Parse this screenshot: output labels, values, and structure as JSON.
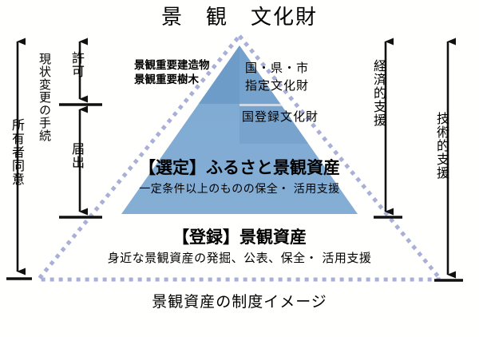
{
  "diagram": {
    "title": "景　観　文化財",
    "caption": "景観資産の制度イメージ",
    "colors": {
      "pyramid_upper": "#6C9BC8",
      "pyramid_body": "#7FAAD2",
      "pyramid_block": "#7FA9D1",
      "dotted_outline": "#A9AFD6",
      "text": "#000000",
      "background": "#FFFFFE"
    }
  },
  "pyramid": {
    "tier_top_left": {
      "line1": "景観重要建造物",
      "line2": "景観重要樹木"
    },
    "tier_top_right": {
      "line1": "国・県・市",
      "line2": "指定文化財"
    },
    "tier_registered_cultural_property": "国登録文化財",
    "tier_selected": {
      "title": "【選定】ふるさと景観資産",
      "subtitle": "一定条件以上のものの保全・ 活用支援"
    },
    "tier_registered": {
      "title": "【登録】景観資産",
      "subtitle": "身近な景観資産の発掘、公表、保全・ 活用支援"
    }
  },
  "left_annotations": {
    "owner_consent": "所有者同意",
    "procedure": "現状変更の手続",
    "permit": "許可",
    "notification": "届出"
  },
  "right_annotations": {
    "economic_support": "経済的支援",
    "technical_support": "技術的支援"
  }
}
